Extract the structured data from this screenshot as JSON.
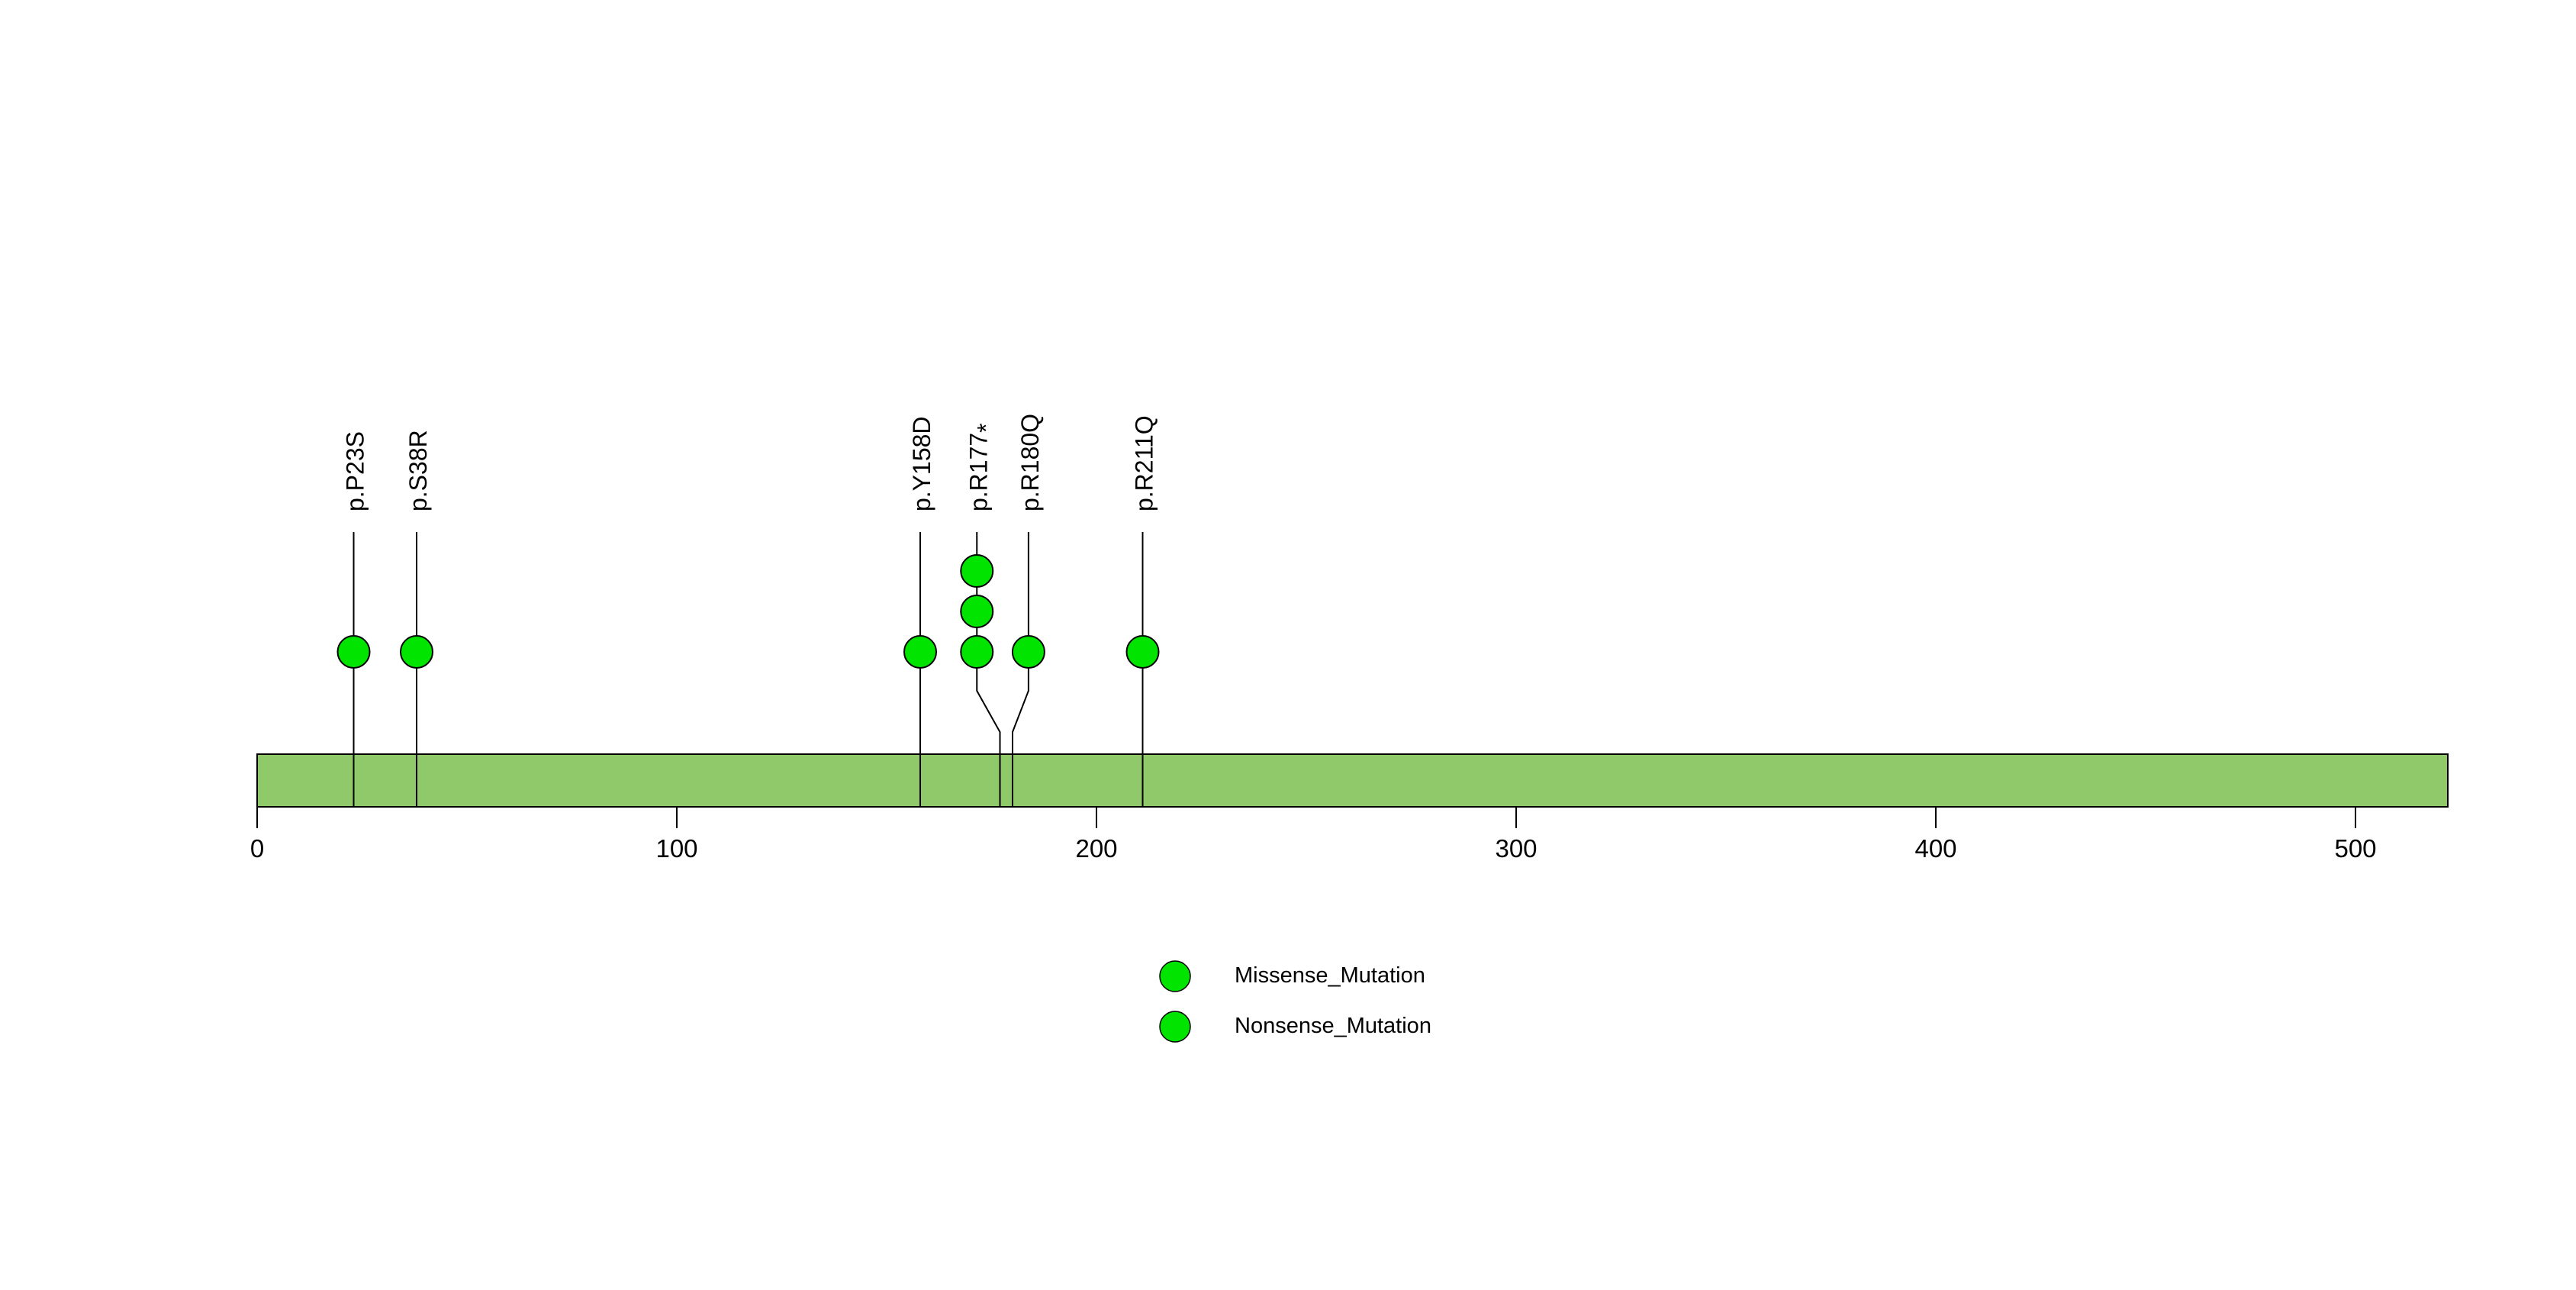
{
  "chart_data": {
    "type": "lollipop",
    "title": "",
    "xlabel": "",
    "ylabel": "",
    "axis": {
      "domain": [
        0,
        522
      ],
      "ticks": [
        0,
        100,
        200,
        300,
        400,
        500
      ],
      "tick_labels": [
        "0",
        "100",
        "200",
        "300",
        "400",
        "500"
      ]
    },
    "backbone": {
      "start": 0,
      "end": 522,
      "fill_color": "#8FC96A",
      "stroke_color": "#000000"
    },
    "mutation_color": "#00E400",
    "stem_color": "#000000",
    "mutations": [
      {
        "label": "p.P23S",
        "position": 23,
        "label_position": 23,
        "count": 1,
        "class": "Missense_Mutation"
      },
      {
        "label": "p.S38R",
        "position": 38,
        "label_position": 38,
        "count": 1,
        "class": "Missense_Mutation"
      },
      {
        "label": "p.Y158D",
        "position": 158,
        "label_position": 158,
        "count": 1,
        "class": "Missense_Mutation"
      },
      {
        "label": "p.R177*",
        "position": 177,
        "label_position": 171.5,
        "count": 3,
        "class": "Nonsense_Mutation"
      },
      {
        "label": "p.R180Q",
        "position": 180,
        "label_position": 183.8,
        "count": 1,
        "class": "Missense_Mutation"
      },
      {
        "label": "p.R211Q",
        "position": 211,
        "label_position": 211,
        "count": 1,
        "class": "Missense_Mutation"
      }
    ],
    "legend": {
      "position": "bottom-center",
      "items": [
        {
          "label": "Missense_Mutation",
          "color": "#00E400"
        },
        {
          "label": "Nonsense_Mutation",
          "color": "#00E400"
        }
      ]
    }
  }
}
